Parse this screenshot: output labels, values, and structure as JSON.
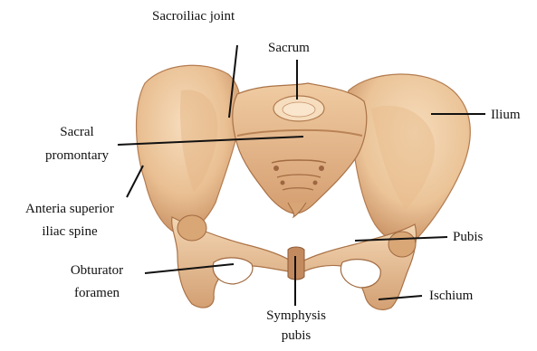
{
  "diagram": {
    "labels": {
      "sacroiliac_joint": "Sacroiliac joint",
      "sacrum": "Sacrum",
      "ilium": "Ilium",
      "sacral_promontary_line1": "Sacral",
      "sacral_promontary_line2": "promontary",
      "anteria_superior_line1": "Anteria superior",
      "anteria_superior_line2": "iliac spine",
      "pubis": "Pubis",
      "obturator_line1": "Obturator",
      "obturator_line2": "foramen",
      "ischium": "Ischium",
      "symphysis_line1": "Symphysis",
      "symphysis_line2": "pubis"
    },
    "colors": {
      "bone_light": "#f2cfa6",
      "bone_mid": "#e2b080",
      "bone_dark": "#c28a5e",
      "bone_shadow": "#a8704a",
      "leader_line": "#111111"
    }
  }
}
